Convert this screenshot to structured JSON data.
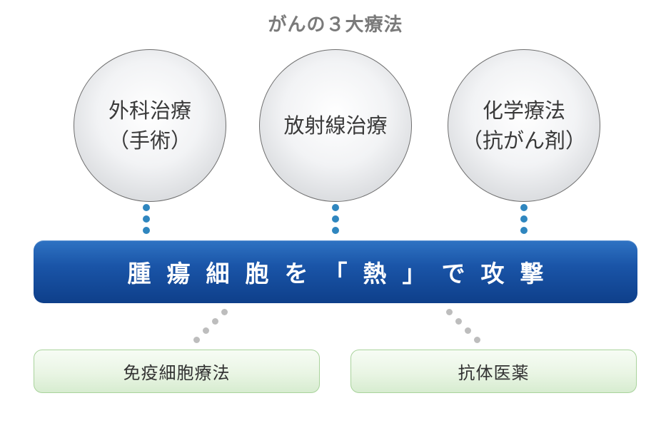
{
  "title": "がんの３大療法",
  "therapies": [
    {
      "line1": "外科治療",
      "line2": "（手術）"
    },
    {
      "line1": "放射線治療",
      "line2": ""
    },
    {
      "line1": "化学療法",
      "line2": "（抗がん剤）"
    }
  ],
  "main_band": "腫瘍細胞を「熱」で攻撃",
  "sub_therapies": [
    "免疫細胞療法",
    "抗体医薬"
  ],
  "colors": {
    "band": "#1a55a8",
    "connector_blue": "#2f86bf",
    "connector_gray": "#bdbdbd",
    "box_border": "#a9d39c"
  }
}
